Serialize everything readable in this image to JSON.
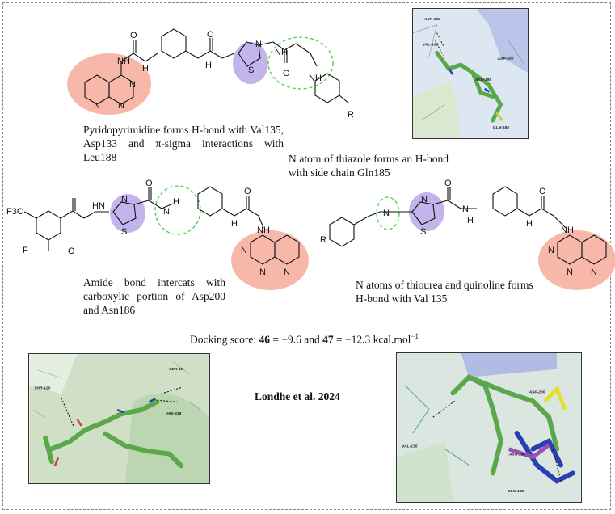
{
  "captions": {
    "pyridopyrimidine": "Pyridopyrimidine forms H-bond with Val135, Asp133 and π-sigma interactions with Leu188",
    "thiazole": "N atom of thiazole forms an H-bond with side chain Gln185",
    "amide": "Amide bond intercats with carboxylic portion of Asp200 and Asn186",
    "thiourea": "N atoms of thiourea and quinoline forms H-bond with Val 135"
  },
  "docking": {
    "prefix": "Docking score:",
    "c1": "46",
    "eq1": "= −9.6 and",
    "c2": "47",
    "eq2": "= −12.3 kcal.mol",
    "sup": "−1"
  },
  "reference": "Londhe et al. 2024",
  "panel_labels": {
    "p1": [
      "ASP-133",
      "VAL-135",
      "ASP-200",
      "ASN-186",
      "GLN-185"
    ],
    "p2": [
      "SER-15",
      "THR-120",
      "HIS-438"
    ],
    "p3": [
      "ASP-200",
      "VAL-135",
      "ASN-186",
      "GLN-185"
    ]
  },
  "atoms": {
    "N": "N",
    "H": "H",
    "O": "O",
    "S": "S",
    "F": "F",
    "R": "R",
    "NH": "NH",
    "HN": "HN",
    "F3C": "F3C"
  },
  "colors": {
    "pink": "#f7b8a9",
    "purple": "#c3b4ec",
    "green_dash": "#44d144",
    "ligand_green": "#6fae4f",
    "protein_bg": "#cfe0c7"
  }
}
